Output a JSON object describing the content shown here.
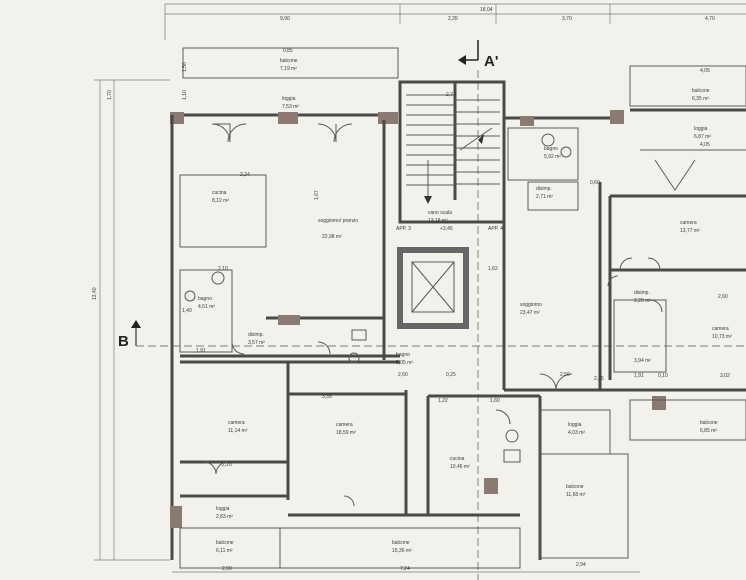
{
  "section_marks": {
    "top": "A'",
    "left": "B"
  },
  "stair": {
    "label": "vano scala",
    "area": "13,18 m²",
    "elevation": "+3,45",
    "app_left": "APP. 3",
    "app_right": "APP. 4"
  },
  "rooms": [
    {
      "id": "balcone-top-left",
      "name": "balcone",
      "area": "7,19 m²"
    },
    {
      "id": "loggia-top-left",
      "name": "loggia",
      "area": "7,53 m²"
    },
    {
      "id": "cucina-left",
      "name": "cucina",
      "area": "8,12 m²"
    },
    {
      "id": "soggiorno-pranzo",
      "name": "soggiorno/ pranzo",
      "area": "22,98 m²"
    },
    {
      "id": "bagno-left",
      "name": "bagno",
      "area": "4,51 m²"
    },
    {
      "id": "disimp-left",
      "name": "disimp.",
      "area": "3,57 m²"
    },
    {
      "id": "bagno-center",
      "name": "bagno",
      "area": "5,05 m²"
    },
    {
      "id": "camera-left",
      "name": "camera",
      "area": "11,14 m²"
    },
    {
      "id": "camera-center",
      "name": "camera",
      "area": "18,59 m²"
    },
    {
      "id": "loggia-bottom-left",
      "name": "loggia",
      "area": "2,83 m²"
    },
    {
      "id": "balcone-bottom-left",
      "name": "balcone",
      "area": "6,11 m²"
    },
    {
      "id": "balcone-bottom-center",
      "name": "balcone",
      "area": "15,36 m²"
    },
    {
      "id": "bagno-right",
      "name": "bagno",
      "area": "5,92 m²"
    },
    {
      "id": "disimp-right",
      "name": "disimp.",
      "area": "2,71 m²"
    },
    {
      "id": "soggiorno-right",
      "name": "soggiorno",
      "area": "23,47 m²"
    },
    {
      "id": "cucina-right",
      "name": "cucina",
      "area": "10,46 m²"
    },
    {
      "id": "loggia-right",
      "name": "loggia",
      "area": "4,03 m²"
    },
    {
      "id": "balcone-right",
      "name": "balcone",
      "area": "11,68 m²"
    },
    {
      "id": "balcone-top-right",
      "name": "balcone",
      "area": "6,35 m²"
    },
    {
      "id": "loggia-top-right",
      "name": "loggia",
      "area": "6,87 m²"
    },
    {
      "id": "camera-right-top",
      "name": "camera",
      "area": "13,77 m²"
    },
    {
      "id": "disimp-far-right",
      "name": "disimp.",
      "area": "2,20 m²"
    },
    {
      "id": "camera-right",
      "name": "camera",
      "area": "10,73 m²"
    },
    {
      "id": "ripostiglio-right",
      "name": "",
      "area": "3,94 m²"
    },
    {
      "id": "balcone-far-right",
      "name": "balcone",
      "area": "6,85 m²"
    }
  ],
  "dimensions": {
    "top_total": "18,04",
    "top_segments": [
      "9,90",
      "2,35",
      "3,70",
      "4,70"
    ],
    "left_total": "13,40",
    "left_segment": "1,70",
    "bottom_segments": [
      "2,90",
      "7,24",
      "2,94"
    ],
    "small": [
      "0,85",
      "2,74",
      "1,50",
      "1,10",
      "1,62",
      "2,10",
      "1,40",
      "1,91",
      "2,60",
      "1,22",
      "1,60",
      "0,25",
      "2,20",
      "2,50",
      "1,67",
      "3,35",
      "2,24",
      "0,10",
      "4,05",
      "2,60",
      "3,02",
      "1,91",
      "0,60",
      "2,85",
      "4,05"
    ]
  }
}
